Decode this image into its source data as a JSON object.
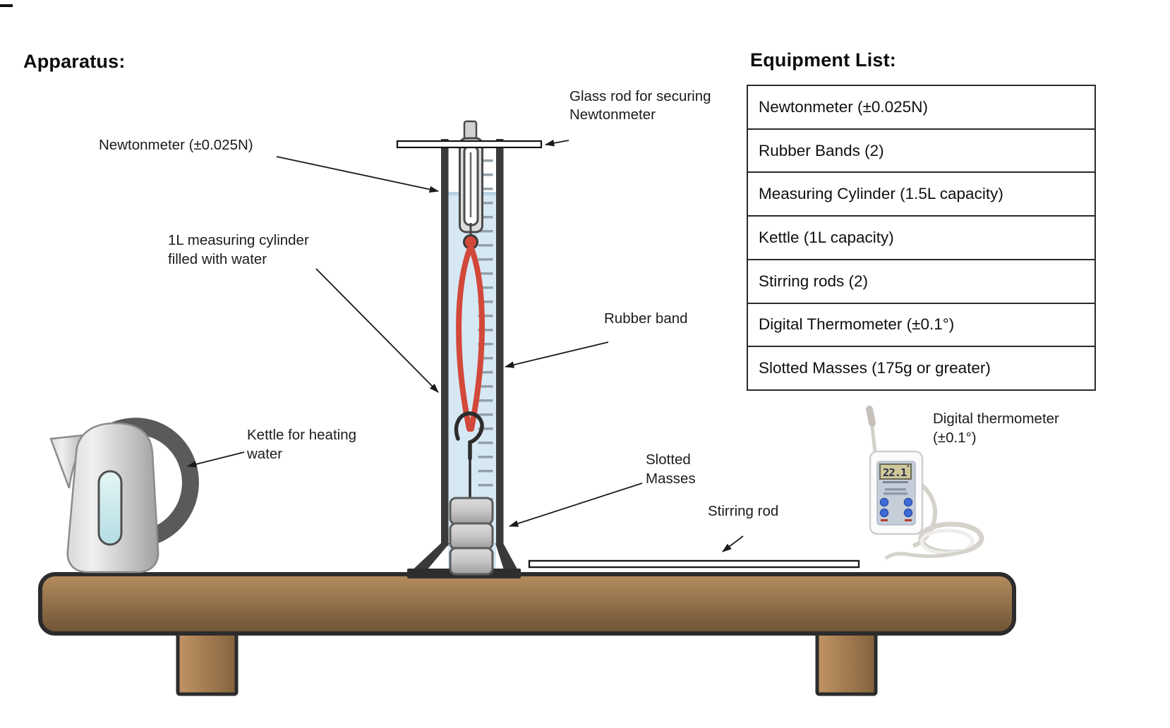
{
  "headings": {
    "apparatus": "Apparatus:",
    "equipment_list": "Equipment List:"
  },
  "equipment_list": {
    "items": [
      "Newtonmeter (±0.025N)",
      "Rubber Bands (2)",
      "Measuring Cylinder (1.5L capacity)",
      "Kettle (1L capacity)",
      "Stirring rods (2)",
      "Digital Thermometer (±0.1°)",
      "Slotted Masses (175g or greater)"
    ]
  },
  "labels": {
    "glass_rod": {
      "line1": "Glass rod for securing",
      "line2": "Newtonmeter"
    },
    "newtonmeter": {
      "line1": "Newtonmeter (±0.025N)"
    },
    "measuring_cylinder": {
      "line1": "1L measuring cylinder",
      "line2": "filled with water"
    },
    "rubber_band": {
      "line1": "Rubber band"
    },
    "kettle": {
      "line1": "Kettle for heating",
      "line2": "water"
    },
    "slotted_masses": {
      "line1": "Slotted",
      "line2": "Masses"
    },
    "stirring_rod": {
      "line1": "Stirring rod"
    },
    "digital_thermometer": {
      "line1": "Digital thermometer",
      "line2": "(±0.1°)"
    }
  },
  "thermometer": {
    "display_value": "22.1",
    "display_unit": "°"
  },
  "colors": {
    "water": "#d6e8f4",
    "rubber_band": "#d2483a",
    "wood": "#a9815a",
    "lcd": "#cfc79b",
    "thermometer_buttons": "#3f6bd6",
    "metal_gray": "#c9c9c9",
    "outline": "#2c2c2c"
  }
}
